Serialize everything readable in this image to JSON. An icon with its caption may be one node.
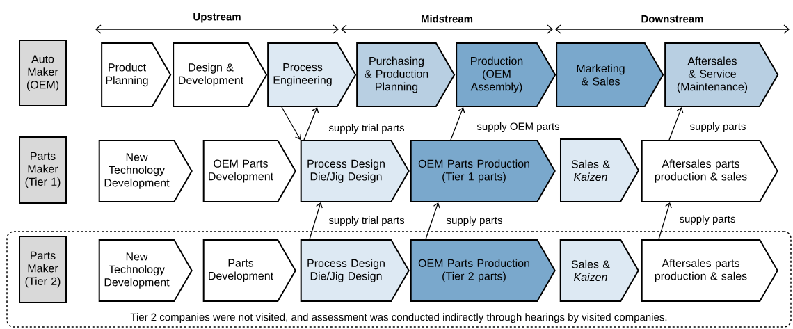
{
  "diagram": {
    "nodes": [
      {
        "text": [
          "Auto Maker (OEM)"
        ]
      },
      {
        "text": [
          "Product Planning"
        ]
      },
      {
        "text": [
          "Design & Development"
        ]
      },
      {
        "text": [
          "Process Engineering"
        ]
      },
      {
        "text": [
          "Purchasing & Production Planning"
        ]
      },
      {
        "text": [
          "Production (OEM Assembly)"
        ]
      },
      {
        "text": [
          "Marketing & Sales"
        ]
      },
      {
        "text": [
          "Aftersales & Service (Maintenance)"
        ]
      },
      {
        "text": [
          "Parts Maker (Tier 1)"
        ]
      },
      {
        "text": [
          "New Technology Development"
        ]
      },
      {
        "text": [
          "OEM Parts Development"
        ]
      },
      {
        "text": [
          "Process Design Die/Jig Design"
        ]
      },
      {
        "text": [
          "OEM Parts Production (Tier 1 parts)"
        ]
      },
      {
        "text": [
          "Sales & *Kaizen*"
        ]
      },
      {
        "text": [
          "Aftersales parts production & sales"
        ]
      },
      {
        "text": [
          "Tier 2 companies were not visited, and assessment was conducted indirectly through hearings by visited companies."
        ]
      },
      {
        "text": [
          "Parts Maker (Tier 2)"
        ],
        "in": 15
      },
      {
        "text": [
          "New Technology Development"
        ],
        "in": 15
      },
      {
        "text": [
          "Parts Development"
        ],
        "in": 15
      },
      {
        "text": [
          "Process Design Die/Jig Design"
        ],
        "in": 15
      },
      {
        "text": [
          "OEM Parts Production (Tier 2 parts)"
        ],
        "in": 15
      },
      {
        "text": [
          "Sales & *Kaizen*"
        ],
        "in": 15
      },
      {
        "text": [
          "Aftersales parts production & sales"
        ],
        "in": 15
      }
    ],
    "edges": [
      {
        "from": 3,
        "to": 11,
        "arrow": "to"
      },
      {
        "from": 11,
        "to": 3,
        "arrow": "to",
        "label": "supply trial parts"
      },
      {
        "from": 12,
        "to": 5,
        "arrow": "to",
        "label": "supply OEM parts"
      },
      {
        "from": 14,
        "to": 7,
        "arrow": "to",
        "label": "supply parts"
      },
      {
        "from": 19,
        "to": 11,
        "arrow": "to",
        "label": "supply trial parts"
      },
      {
        "from": 20,
        "to": 12,
        "arrow": "to",
        "label": "supply parts"
      },
      {
        "from": 22,
        "to": 14,
        "arrow": "to",
        "label": "supply parts"
      }
    ],
    "labels": [
      "Upstream",
      "Midstream",
      "Downstream"
    ]
  }
}
